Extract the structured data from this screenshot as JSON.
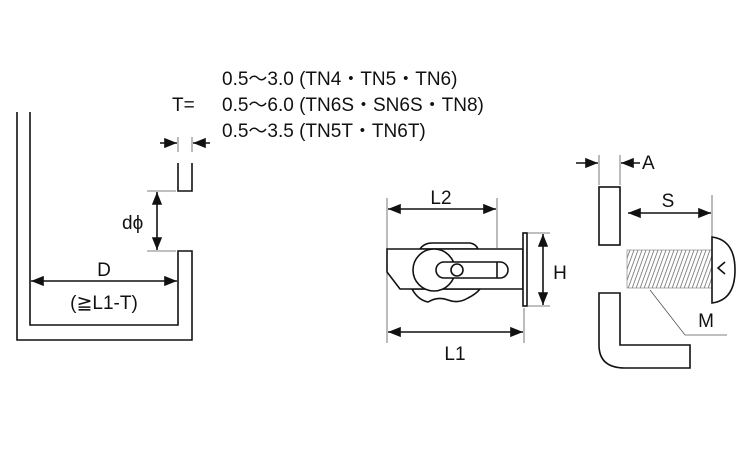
{
  "thickness": {
    "label": "T=",
    "ranges": [
      "0.5～3.0 (TN4・TN5・TN6)",
      "0.5～6.0 (TN6S・SN6S・TN8)",
      "0.5～3.5 (TN5T・TN6T)"
    ]
  },
  "panel": {
    "hole_label": "dϕ",
    "depth_label": "D",
    "depth_condition": "(≧L1-T)"
  },
  "nut": {
    "l2_label": "L2",
    "l1_label": "L1",
    "h_label": "H"
  },
  "screw": {
    "a_label": "A",
    "s_label": "S",
    "m_label": "M"
  }
}
